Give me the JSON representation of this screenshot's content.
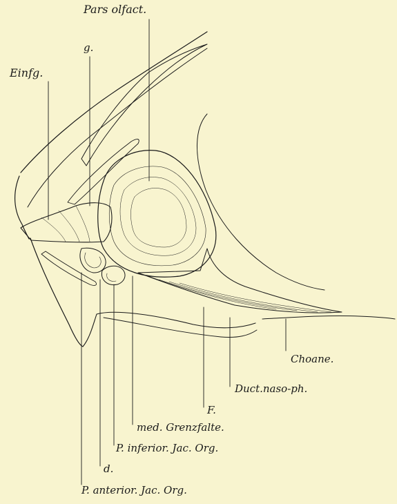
{
  "figure": {
    "labels": {
      "pars_olfact": "Pars olfact.",
      "g": "g.",
      "einfg": "Einfg.",
      "choane": "Choane.",
      "duct_naso_ph": "Duct.naso-ph.",
      "f": "F.",
      "med_grenzfalte": "med. Grenzfalte.",
      "p_inferior": "P. inferior. Jac. Org.",
      "d": "d.",
      "p_anterior": "P. anterior. Jac. Org."
    },
    "colors": {
      "paper": "#f8f4cf",
      "ink": "#1a1a1a"
    }
  }
}
